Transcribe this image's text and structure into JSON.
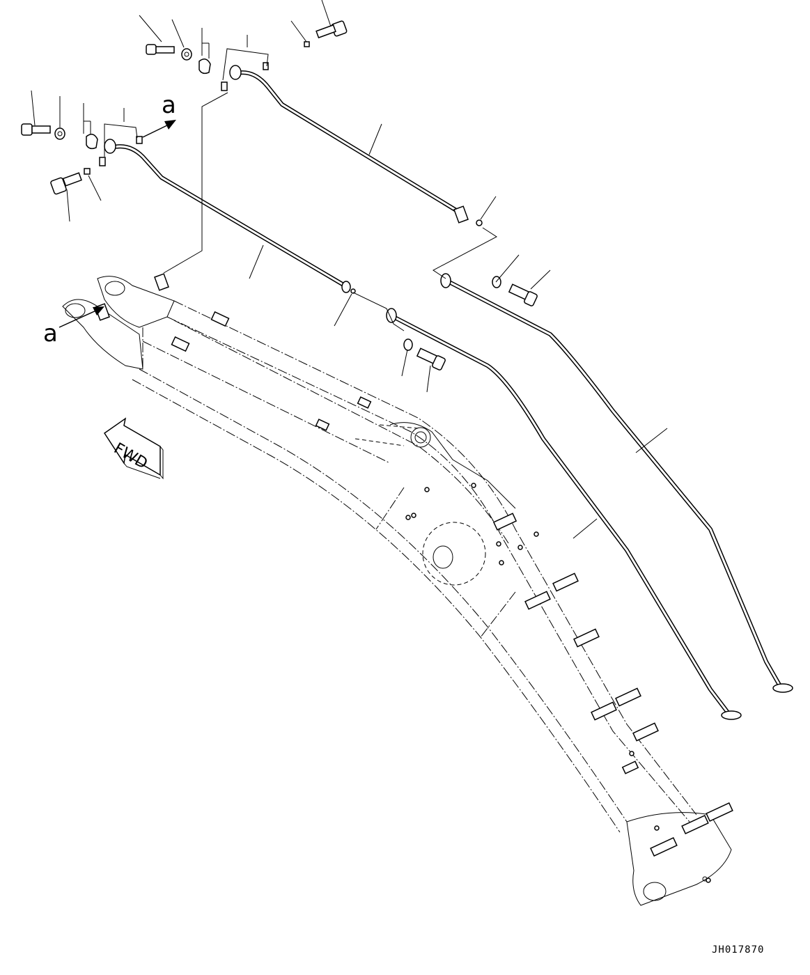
{
  "callout_a_top": "a",
  "callout_a_left": "a",
  "fwd_label": "FWD",
  "drawing_number": "JH017870"
}
